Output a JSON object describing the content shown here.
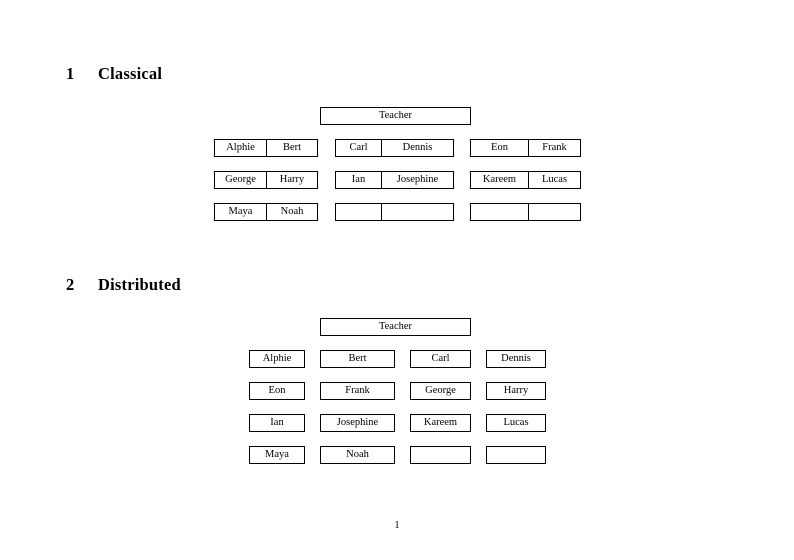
{
  "document": {
    "page_number": "1"
  },
  "sections": [
    {
      "number": "1",
      "title": "Classical",
      "root_label": "Teacher",
      "layout": "paired",
      "groups": [
        {
          "rows": [
            {
              "left": "Alphie",
              "right": "Bert"
            },
            {
              "left": "George",
              "right": "Harry"
            },
            {
              "left": "Maya",
              "right": "Noah"
            }
          ]
        },
        {
          "rows": [
            {
              "left": "Carl",
              "right": "Dennis"
            },
            {
              "left": "Ian",
              "right": "Josephine"
            },
            {
              "left": "",
              "right": ""
            }
          ]
        },
        {
          "rows": [
            {
              "left": "Eon",
              "right": "Frank"
            },
            {
              "left": "Kareem",
              "right": "Lucas"
            },
            {
              "left": "",
              "right": ""
            }
          ]
        }
      ]
    },
    {
      "number": "2",
      "title": "Distributed",
      "root_label": "Teacher",
      "layout": "single",
      "rows": [
        [
          "Alphie",
          "Bert",
          "Carl",
          "Dennis"
        ],
        [
          "Eon",
          "Frank",
          "George",
          "Harry"
        ],
        [
          "Ian",
          "Josephine",
          "Kareem",
          "Lucas"
        ],
        [
          "Maya",
          "Noah",
          "",
          ""
        ]
      ]
    }
  ]
}
